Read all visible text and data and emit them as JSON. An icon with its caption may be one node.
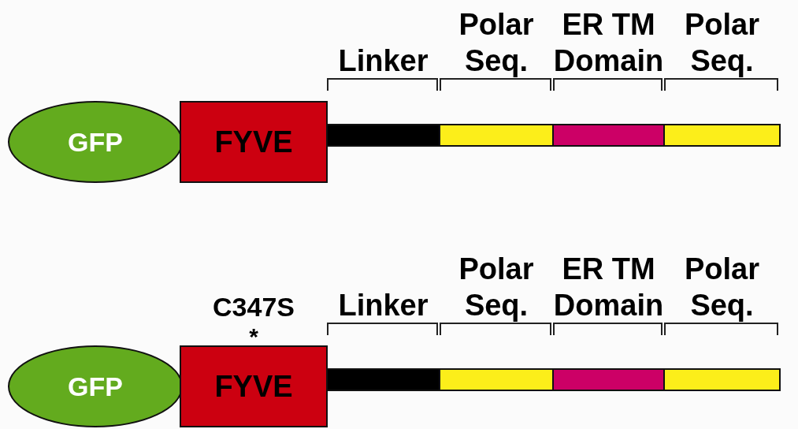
{
  "diagram": {
    "nodes": [
      {
        "text": [
          "GFP"
        ]
      },
      {
        "text": [
          "FYVE"
        ]
      },
      {
        "text": [
          "Linker"
        ]
      },
      {
        "text": [
          "Polar Seq."
        ]
      },
      {
        "text": [
          "ER TM Domain"
        ]
      },
      {
        "text": [
          "Polar Seq."
        ]
      },
      {
        "text": [
          "GFP"
        ]
      },
      {
        "text": [
          "FYVE"
        ],
        "beside": [
          "C347S",
          "*"
        ]
      },
      {
        "text": [
          "Linker"
        ]
      },
      {
        "text": [
          "Polar Seq."
        ]
      },
      {
        "text": [
          "ER TM Domain"
        ]
      },
      {
        "text": [
          "Polar Seq."
        ]
      }
    ]
  }
}
